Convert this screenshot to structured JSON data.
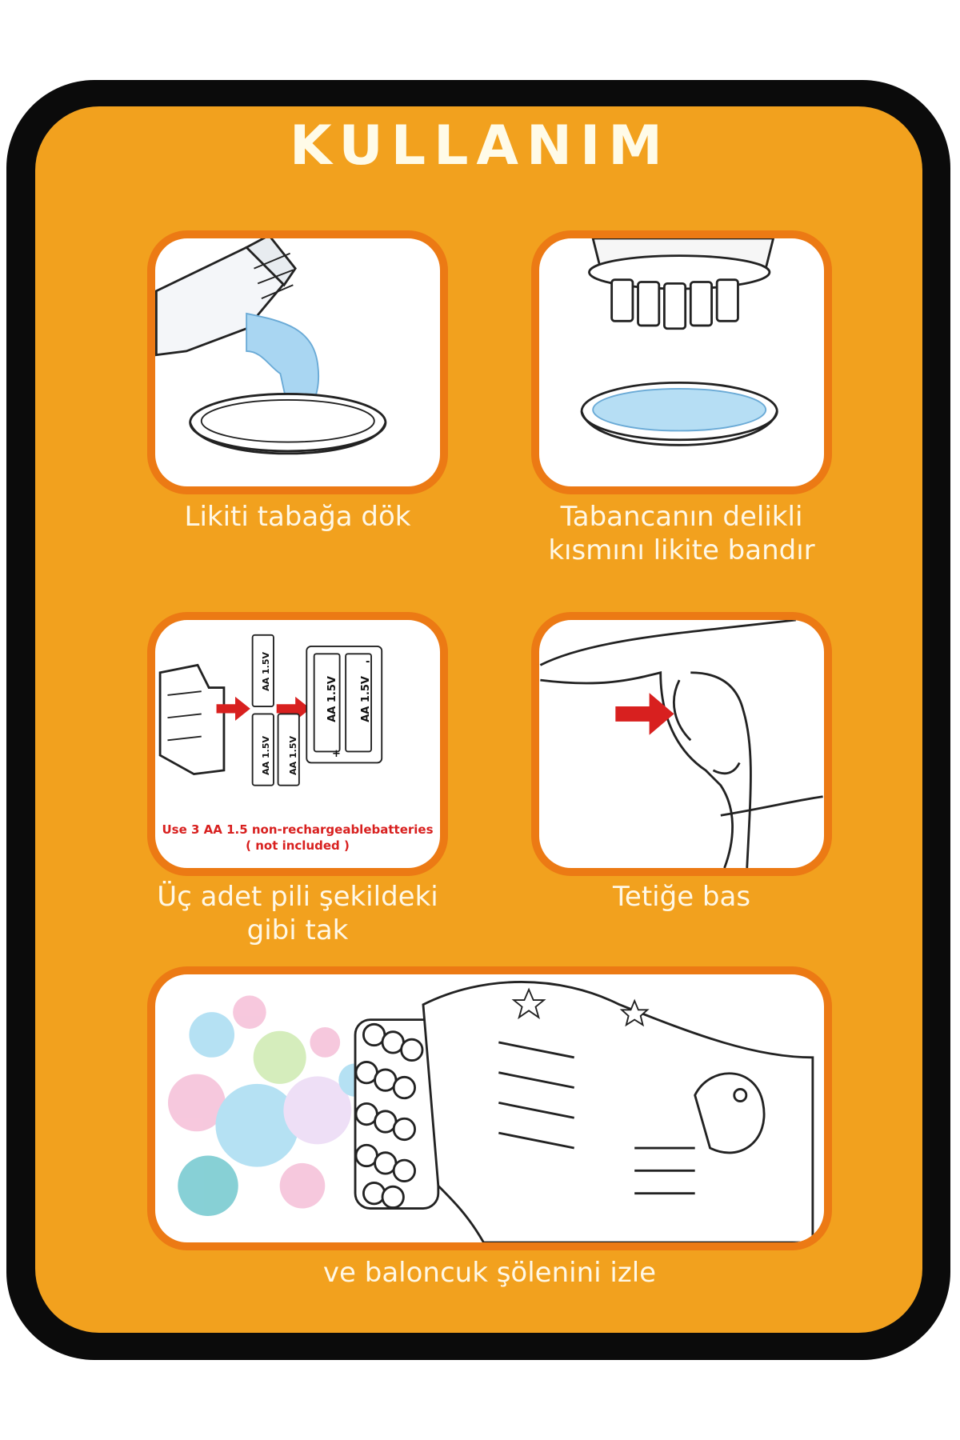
{
  "title": "KULLANIM",
  "steps": {
    "pour": {
      "caption": "Likiti tabağa dök"
    },
    "dip": {
      "line1": "Tabancanın delikli",
      "line2": "kısmını likite bandır"
    },
    "battery": {
      "line1": "Üç adet pili şekildeki",
      "line2": "gibi tak",
      "note1": "Use 3 AA 1.5 non-rechargeablebatteries",
      "note2": "( not included )",
      "battery_label": "AA 1.5V",
      "plus": "+",
      "minus": "-"
    },
    "trigger": {
      "caption": "Tetiğe bas"
    },
    "enjoy": {
      "caption": "ve baloncuk şölenini izle"
    }
  },
  "colors": {
    "panel": "#f2a11e",
    "frame": "#0b0b0b",
    "card_border": "#ec7a14",
    "arrow": "#d8201f",
    "note_text": "#d8201f"
  }
}
